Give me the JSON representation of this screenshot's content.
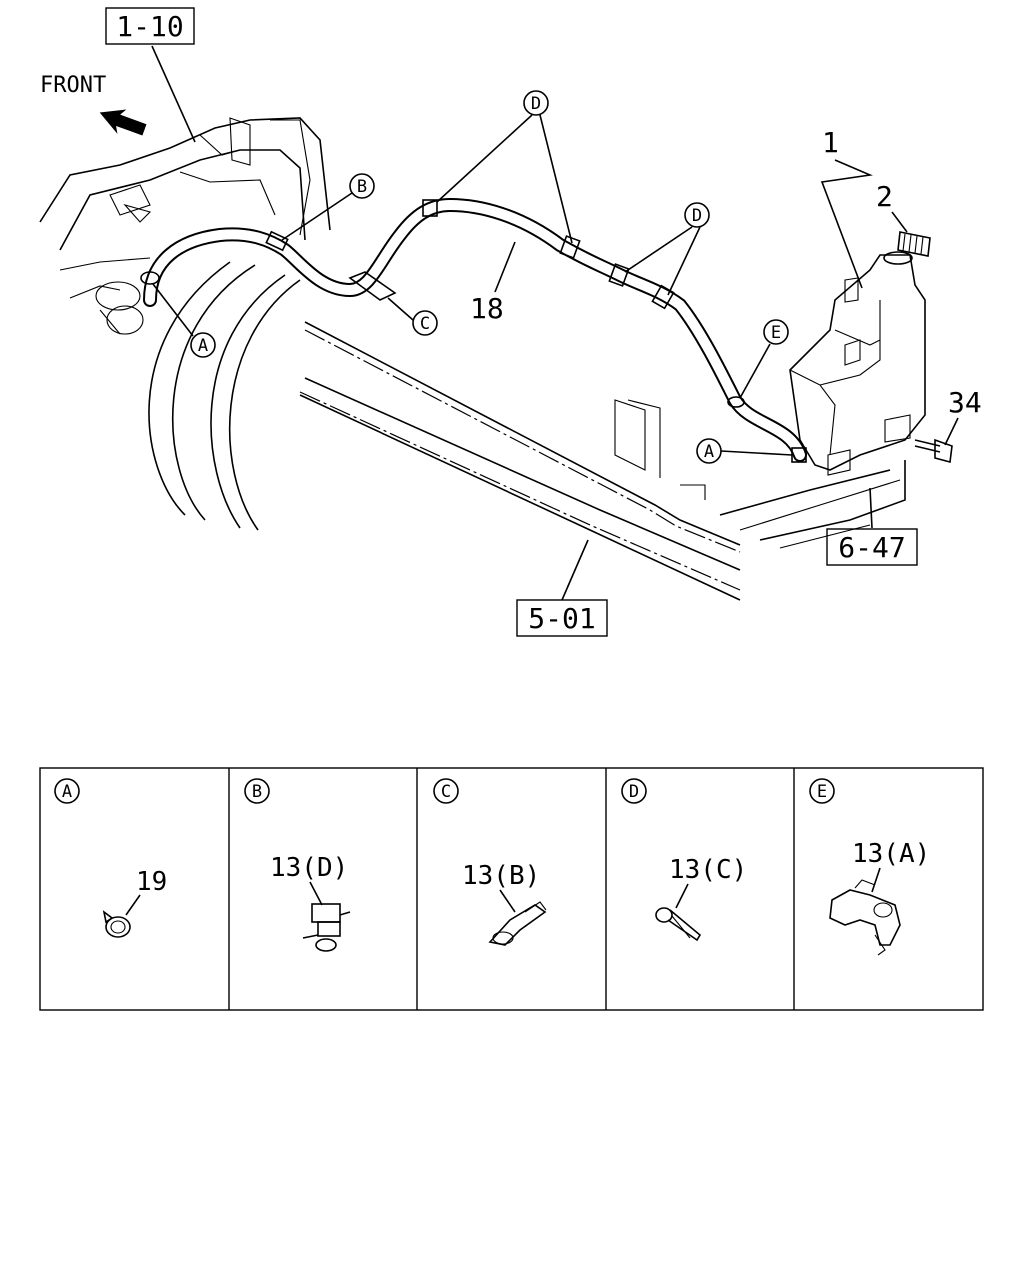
{
  "diagram": {
    "front_label": "FRONT",
    "refs": {
      "r1": "1-10",
      "r2": "5-01",
      "r3": "6-47"
    },
    "part_numbers": {
      "tank": "1",
      "cap": "2",
      "hose": "18",
      "bolt": "34"
    },
    "callouts": {
      "a": "A",
      "b": "B",
      "c": "C",
      "d": "D",
      "e": "E"
    }
  },
  "details": [
    {
      "key": "A",
      "part": "19"
    },
    {
      "key": "B",
      "part": "13(D)"
    },
    {
      "key": "C",
      "part": "13(B)"
    },
    {
      "key": "D",
      "part": "13(C)"
    },
    {
      "key": "E",
      "part": "13(A)"
    }
  ]
}
